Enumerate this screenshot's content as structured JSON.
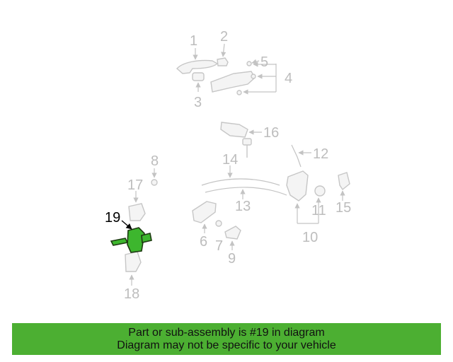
{
  "diagram": {
    "highlighted_part": "19",
    "callouts": {
      "c1": "1",
      "c2": "2",
      "c3": "3",
      "c4": "4",
      "c5": "5",
      "c6": "6",
      "c7": "7",
      "c8": "8",
      "c9": "9",
      "c10": "10",
      "c11": "11",
      "c12": "12",
      "c13": "13",
      "c14": "14",
      "c15": "15",
      "c16": "16",
      "c17": "17",
      "c18": "18",
      "c19": "19"
    }
  },
  "banner": {
    "line1": "Part or sub-assembly is #19 in diagram",
    "line2": "Diagram may not be specific to your vehicle",
    "color": "#4caf32"
  }
}
